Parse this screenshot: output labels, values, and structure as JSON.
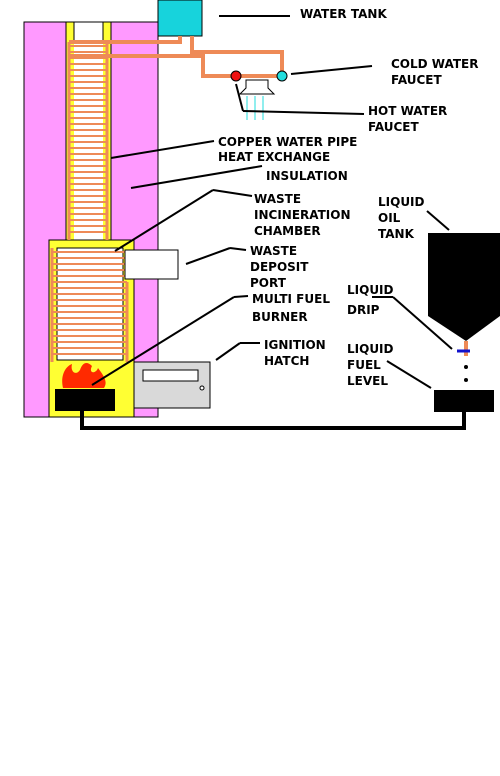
{
  "labels": {
    "water_tank": "WATER TANK",
    "cold_faucet_1": "COLD WATER",
    "cold_faucet_2": "FAUCET",
    "hot_faucet_1": "HOT WATER",
    "hot_faucet_2": "FAUCET",
    "copper_pipe_1": "COPPER WATER PIPE",
    "copper_pipe_2": "HEAT EXCHANGE",
    "insulation": "INSULATION",
    "waste_chamber_1": "WASTE",
    "waste_chamber_2": "INCINERATION",
    "waste_chamber_3": "CHAMBER",
    "oil_tank_1": "LIQUID",
    "oil_tank_2": "OIL",
    "oil_tank_3": "TANK",
    "waste_port_1": "WASTE",
    "waste_port_2": "DEPOSIT",
    "waste_port_3": "PORT",
    "liquid_drip_1": "LIQUID",
    "liquid_drip_2": "DRIP",
    "burner_1": "MULTI FUEL",
    "burner_2": "BURNER",
    "ignition_1": "IGNITION",
    "ignition_2": "HATCH",
    "fuel_level_1": "LIQUID",
    "fuel_level_2": "FUEL",
    "fuel_level_3": "LEVEL"
  },
  "colors": {
    "insulation": "#ff99ff",
    "chamber": "#ffff33",
    "copper": "#ee8a57",
    "water_tank": "#17d3dc",
    "flame": "#ff2a00",
    "black": "#000000",
    "hatch": "#d9d9d9",
    "hot_valve": "#ee1111",
    "cold_valve": "#22dddd",
    "drip_valve": "#1111cc"
  }
}
